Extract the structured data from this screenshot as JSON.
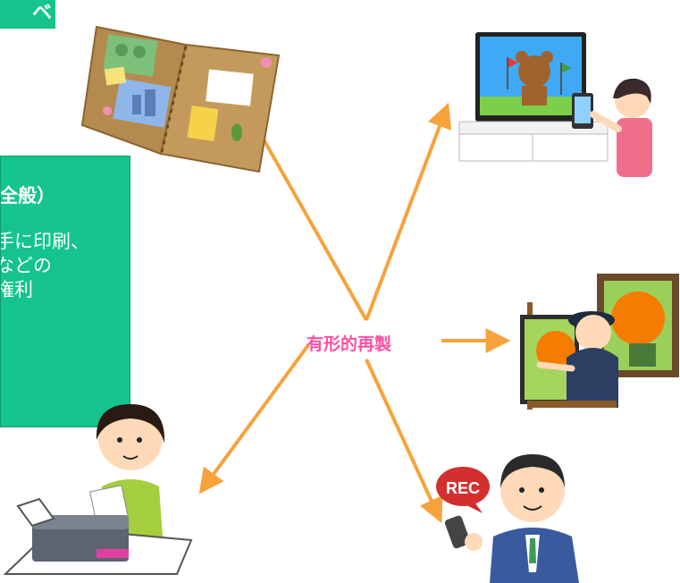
{
  "top_tag": {
    "text": "ベ"
  },
  "panel": {
    "title": "全般）",
    "lines": [
      "手に印刷、",
      "などの",
      "権利"
    ]
  },
  "center_label": "有形的再製",
  "colors": {
    "panel": "#14c48c",
    "arrow": "#f7a23a",
    "label": "#ff4fa3"
  },
  "illustrations": [
    "scrapbook-album",
    "tv-broadcast-viewer",
    "painter-at-easel",
    "office-worker-recording",
    "person-with-printer"
  ]
}
